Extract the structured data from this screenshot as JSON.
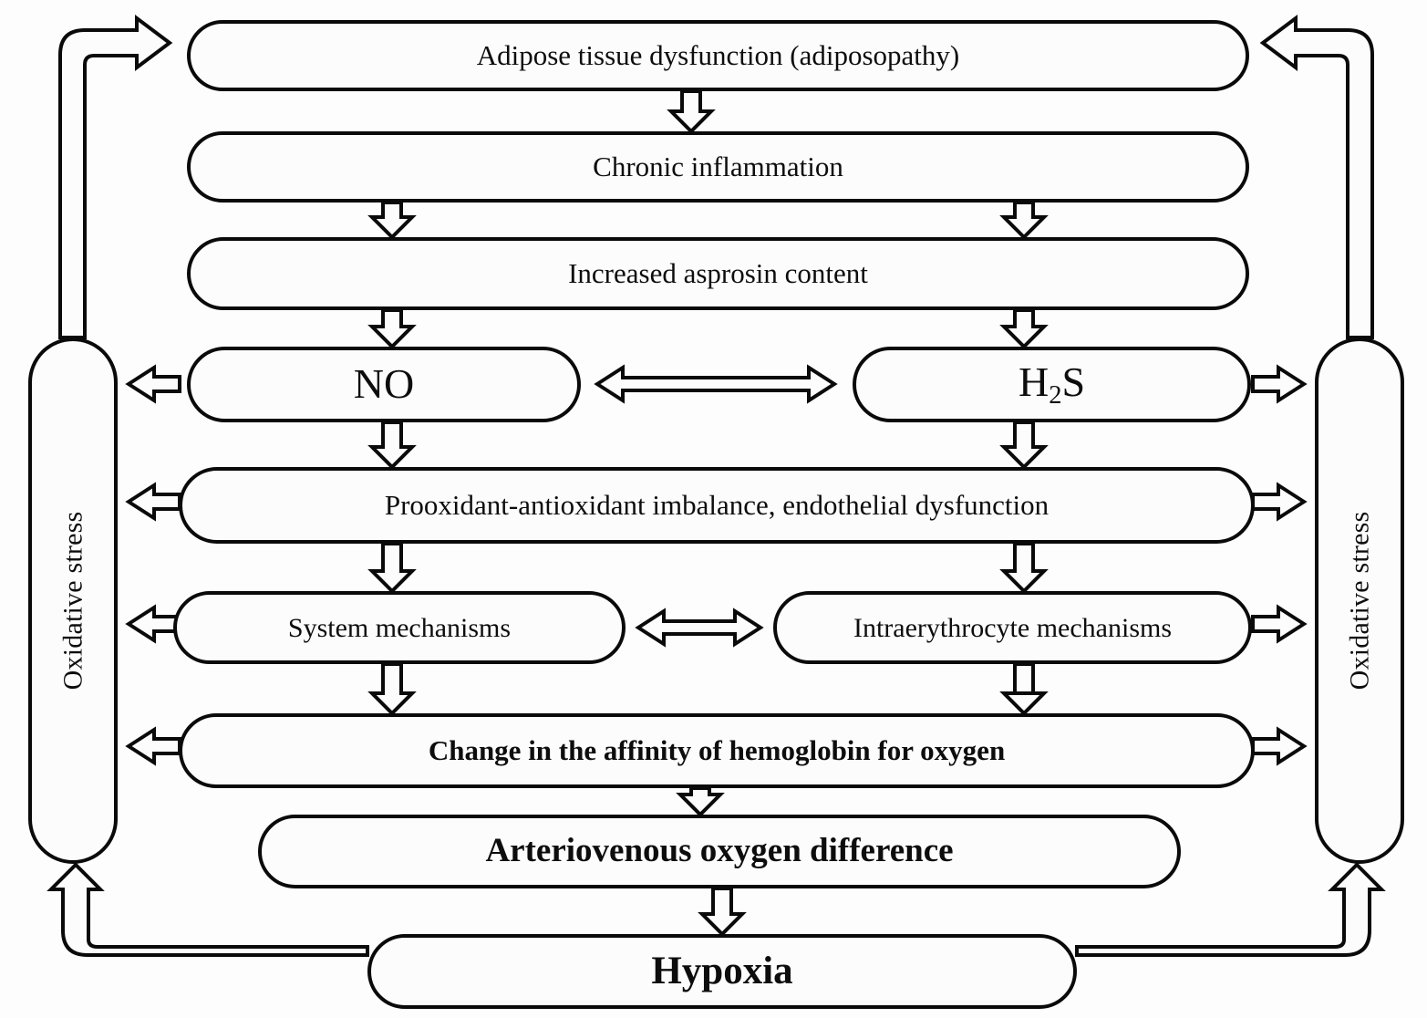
{
  "diagram": {
    "title": "Mechanisms linking adipose tissue dysfunction to hypoxia",
    "type": "flowchart",
    "stroke_color": "#0a0a0a",
    "fill_color": "#fcfcfc",
    "background": "#fdfdfd"
  },
  "nodes": {
    "adipose": {
      "label": "Adipose tissue dysfunction (adiposopathy)",
      "bold": false
    },
    "chronic": {
      "label": "Chronic inflammation",
      "bold": false
    },
    "asprosin": {
      "label": "Increased asprosin content",
      "bold": false
    },
    "no": {
      "label": "NO",
      "bold": false
    },
    "h2s": {
      "label_pre": "H",
      "label_sub": "2",
      "label_post": "S",
      "bold": false
    },
    "prooxidant": {
      "label": "Prooxidant-antioxidant imbalance, endothelial dysfunction",
      "bold": false
    },
    "system": {
      "label": "System mechanisms",
      "bold": false
    },
    "intraerythrocyte": {
      "label": "Intraerythrocyte mechanisms",
      "bold": false
    },
    "affinity": {
      "label": "Change in the affinity of hemoglobin for oxygen",
      "bold": true
    },
    "av_difference": {
      "label": "Arteriovenous oxygen difference",
      "bold": true
    },
    "hypoxia": {
      "label": "Hypoxia",
      "bold": true
    },
    "oxidative_stress_left": {
      "label": "Oxidative stress",
      "bold": false
    },
    "oxidative_stress_right": {
      "label": "Oxidative stress",
      "bold": false
    }
  },
  "edges": [
    {
      "from": "adipose",
      "to": "chronic",
      "kind": "hollow-arrow-down"
    },
    {
      "from": "chronic",
      "to": "asprosin",
      "kind": "hollow-arrow-down",
      "lane": "left"
    },
    {
      "from": "chronic",
      "to": "asprosin",
      "kind": "hollow-arrow-down",
      "lane": "right"
    },
    {
      "from": "asprosin",
      "to": "no",
      "kind": "hollow-arrow-down"
    },
    {
      "from": "asprosin",
      "to": "h2s",
      "kind": "hollow-arrow-down"
    },
    {
      "from": "no",
      "to": "h2s",
      "kind": "hollow-arrow-bidirectional"
    },
    {
      "from": "no",
      "to": "prooxidant",
      "kind": "hollow-arrow-down"
    },
    {
      "from": "h2s",
      "to": "prooxidant",
      "kind": "hollow-arrow-down"
    },
    {
      "from": "prooxidant",
      "to": "system",
      "kind": "hollow-arrow-down"
    },
    {
      "from": "prooxidant",
      "to": "intraerythrocyte",
      "kind": "hollow-arrow-down"
    },
    {
      "from": "system",
      "to": "intraerythrocyte",
      "kind": "hollow-arrow-bidirectional"
    },
    {
      "from": "system",
      "to": "affinity",
      "kind": "hollow-arrow-down"
    },
    {
      "from": "intraerythrocyte",
      "to": "affinity",
      "kind": "hollow-arrow-down"
    },
    {
      "from": "affinity",
      "to": "av_difference",
      "kind": "hollow-arrow-down"
    },
    {
      "from": "av_difference",
      "to": "hypoxia",
      "kind": "hollow-arrow-down"
    },
    {
      "from": "oxidative_stress_left",
      "to": "no",
      "kind": "hollow-arrow-right"
    },
    {
      "from": "oxidative_stress_left",
      "to": "prooxidant",
      "kind": "hollow-arrow-right"
    },
    {
      "from": "oxidative_stress_left",
      "to": "system",
      "kind": "hollow-arrow-right"
    },
    {
      "from": "oxidative_stress_left",
      "to": "affinity",
      "kind": "hollow-arrow-right"
    },
    {
      "from": "oxidative_stress_right",
      "to": "h2s",
      "kind": "hollow-arrow-left"
    },
    {
      "from": "oxidative_stress_right",
      "to": "prooxidant",
      "kind": "hollow-arrow-left"
    },
    {
      "from": "oxidative_stress_right",
      "to": "intraerythrocyte",
      "kind": "hollow-arrow-left"
    },
    {
      "from": "oxidative_stress_right",
      "to": "affinity",
      "kind": "hollow-arrow-left"
    },
    {
      "from": "oxidative_stress_left",
      "to": "adipose",
      "kind": "hollow-elbow-up-right"
    },
    {
      "from": "oxidative_stress_right",
      "to": "adipose",
      "kind": "hollow-elbow-up-left"
    },
    {
      "from": "hypoxia",
      "to": "oxidative_stress_left",
      "kind": "hollow-elbow-left-up"
    },
    {
      "from": "hypoxia",
      "to": "oxidative_stress_right",
      "kind": "hollow-elbow-right-up"
    }
  ]
}
